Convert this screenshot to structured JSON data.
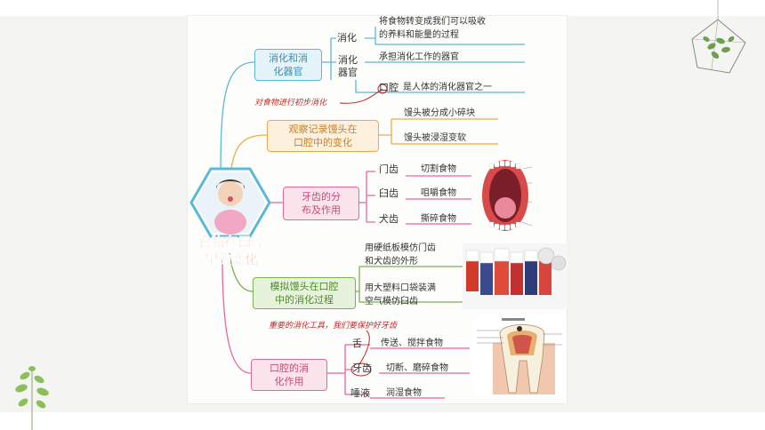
{
  "center": {
    "line1": "食物在口腔",
    "line2": "里的变化"
  },
  "branch1": {
    "title_l1": "消化和消",
    "title_l2": "化器官",
    "digestion": {
      "label": "消化",
      "desc_l1": "将食物转变成我们可以吸收",
      "desc_l2": "的养料和能量的过程"
    },
    "organ": {
      "label_l1": "消化",
      "label_l2": "器官",
      "desc": "承担消化工作的器官",
      "mouth": "口腔",
      "mouth_desc": "是人体的消化器官之一"
    },
    "note": "对食物进行初步消化"
  },
  "branch2": {
    "title_l1": "观察记录馒头在",
    "title_l2": "口腔中的变化",
    "item1": "馒头被分成小碎块",
    "item2": "馒头被浸湿变软"
  },
  "branch3": {
    "title_l1": "牙齿的分",
    "title_l2": "布及作用",
    "teeth": [
      {
        "name": "门齿",
        "func": "切割食物"
      },
      {
        "name": "臼齿",
        "func": "咀嚼食物"
      },
      {
        "name": "犬齿",
        "func": "撕碎食物"
      }
    ]
  },
  "branch4": {
    "title_l1": "模拟馒头在口腔",
    "title_l2": "中的消化过程",
    "item1_l1": "用硬纸板模仿门齿",
    "item1_l2": "和犬齿的外形",
    "item2_l1": "用大塑料口袋装满",
    "item2_l2": "空气模仿臼齿"
  },
  "branch5": {
    "title_l1": "口腔的消",
    "title_l2": "化作用",
    "note": "重要的消化工具，我们要保护好牙齿",
    "items": [
      {
        "name": "舌",
        "func": "传送、搅拌食物"
      },
      {
        "name": "牙齿",
        "func": "切断、磨碎食物"
      },
      {
        "name": "唾液",
        "func": "润湿食物"
      }
    ]
  },
  "colors": {
    "blue": "#5bb8d6",
    "orange": "#f0a94a",
    "pink": "#e9669a",
    "green": "#7ab24f",
    "red": "#c02a2a"
  }
}
